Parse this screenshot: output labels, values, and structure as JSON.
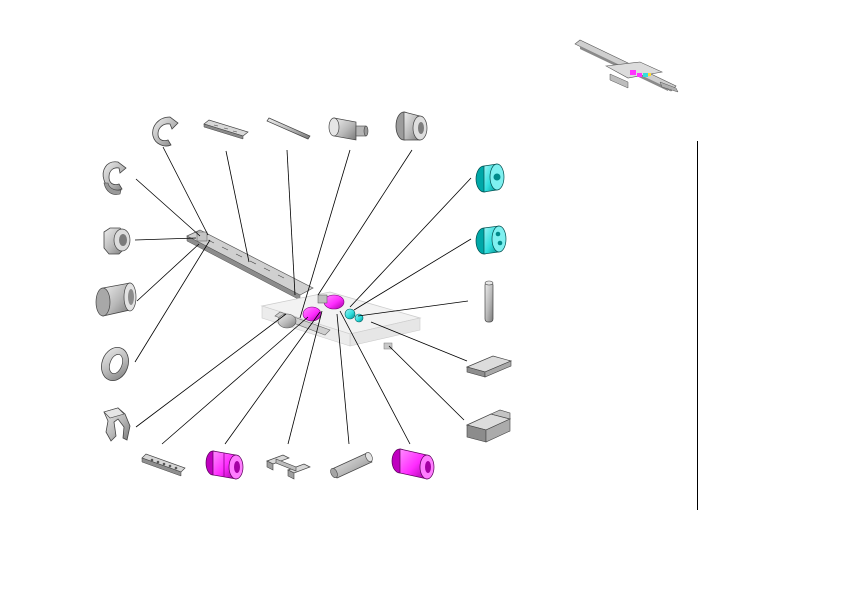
{
  "colors": {
    "gray_light": "#d9d9d9",
    "gray_mid": "#b3b3b3",
    "gray_dark": "#7f7f7f",
    "magenta": "#ff33ff",
    "magenta_dark": "#b300b3",
    "cyan": "#33e6e6",
    "cyan_dark": "#009999",
    "leader": "#000000"
  },
  "parts": [
    {
      "name": "e-clip-large",
      "icon": "e-clip-icon",
      "color": "gray"
    },
    {
      "name": "guide-rail",
      "icon": "rail-icon",
      "color": "gray"
    },
    {
      "name": "pin-long",
      "icon": "pin-icon",
      "color": "gray"
    },
    {
      "name": "stepped-shaft",
      "icon": "shaft-icon",
      "color": "gray"
    },
    {
      "name": "flanged-bushing",
      "icon": "bushing-icon",
      "color": "gray"
    },
    {
      "name": "e-clip-small",
      "icon": "e-clip-icon",
      "color": "gray"
    },
    {
      "name": "hex-nut-collar",
      "icon": "collar-icon",
      "color": "gray"
    },
    {
      "name": "sleeve",
      "icon": "sleeve-icon",
      "color": "gray"
    },
    {
      "name": "washer",
      "icon": "washer-icon",
      "color": "gray"
    },
    {
      "name": "spring-clip",
      "icon": "clip-icon",
      "color": "gray"
    },
    {
      "name": "perforated-bar",
      "icon": "bar-icon",
      "color": "gray"
    },
    {
      "name": "spool-magenta-left",
      "icon": "spool-icon",
      "color": "magenta"
    },
    {
      "name": "bracket",
      "icon": "bracket-icon",
      "color": "gray"
    },
    {
      "name": "rod",
      "icon": "rod-icon",
      "color": "gray"
    },
    {
      "name": "spool-magenta-right",
      "icon": "spool-icon",
      "color": "magenta"
    },
    {
      "name": "roller-cyan-upper",
      "icon": "roller-icon",
      "color": "cyan"
    },
    {
      "name": "roller-cyan-lower",
      "icon": "roller-icon",
      "color": "cyan"
    },
    {
      "name": "dowel-pin",
      "icon": "dowel-icon",
      "color": "gray"
    },
    {
      "name": "flat-plate",
      "icon": "plate-icon",
      "color": "gray"
    },
    {
      "name": "channel-block",
      "icon": "channel-icon",
      "color": "gray"
    }
  ]
}
